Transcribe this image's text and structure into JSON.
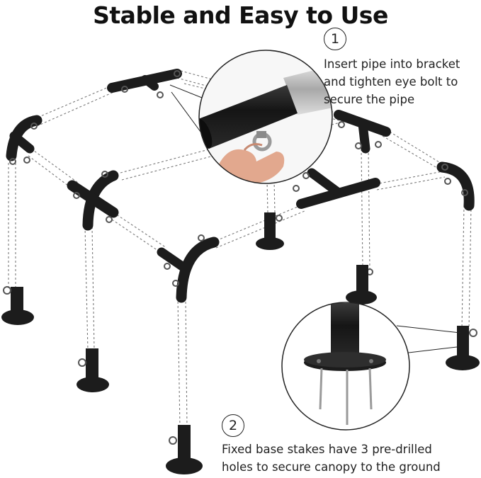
{
  "title": "Stable and Easy to Use",
  "steps": [
    {
      "number": "1",
      "lines": [
        "Insert pipe into bracket",
        "and tighten eye bolt to",
        "secure the pipe"
      ]
    },
    {
      "number": "2",
      "lines": [
        "Fixed base stakes have 3 pre-drilled",
        "holes to secure canopy to the ground"
      ]
    }
  ],
  "colors": {
    "frame": "#1c1c1c",
    "guide": "#888888",
    "pipe_metal": "#c4c4c4",
    "background": "#ffffff"
  },
  "icons": [
    "frame-bracket-icon",
    "eye-bolt-icon",
    "base-stake-icon",
    "hand-icon"
  ]
}
